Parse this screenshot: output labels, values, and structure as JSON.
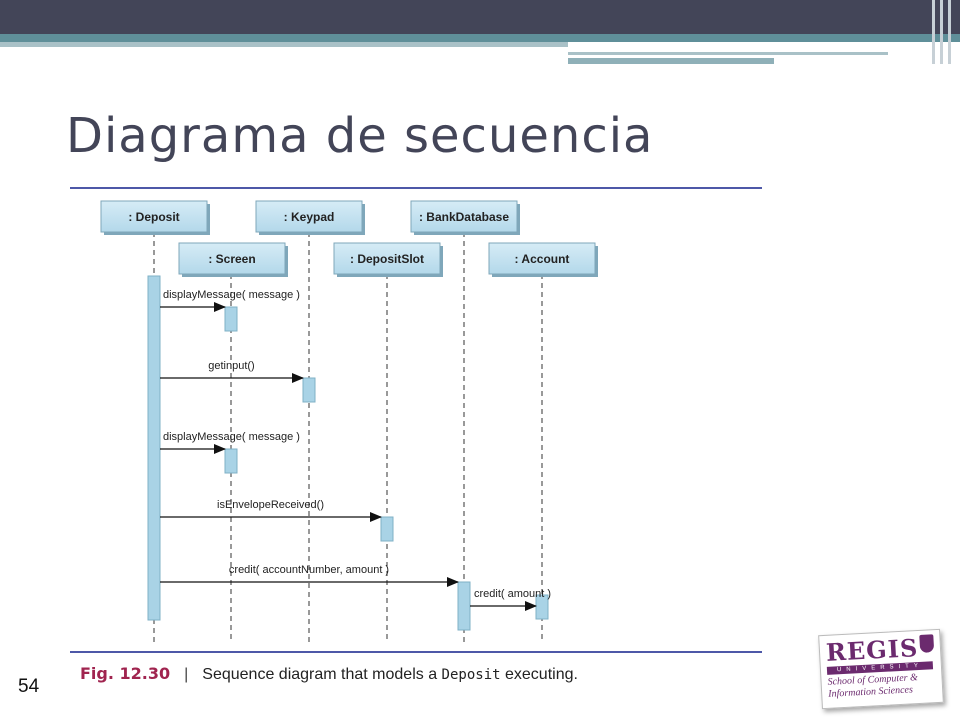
{
  "slide": {
    "title": "Diagrama de secuencia",
    "number": "54"
  },
  "diagram": {
    "lifelines": [
      {
        "id": "deposit",
        "label": ": Deposit"
      },
      {
        "id": "screen",
        "label": ": Screen"
      },
      {
        "id": "keypad",
        "label": ": Keypad"
      },
      {
        "id": "depositslot",
        "label": ": DepositSlot"
      },
      {
        "id": "bankdatabase",
        "label": ": BankDatabase"
      },
      {
        "id": "account",
        "label": ": Account"
      }
    ],
    "messages": [
      {
        "from": "deposit",
        "to": "screen",
        "label": "displayMessage( message )"
      },
      {
        "from": "deposit",
        "to": "keypad",
        "label": "getinput()"
      },
      {
        "from": "deposit",
        "to": "screen",
        "label": "displayMessage( message )"
      },
      {
        "from": "deposit",
        "to": "depositslot",
        "label": "isEnvelopeReceived()"
      },
      {
        "from": "deposit",
        "to": "bankdatabase",
        "label": "credit( accountNumber, amount )"
      },
      {
        "from": "bankdatabase",
        "to": "account",
        "label": "credit( amount )"
      }
    ]
  },
  "caption": {
    "fig": "Fig. 12.30",
    "separator": "|",
    "text_before": "Sequence diagram that models a ",
    "code": "Deposit",
    "text_after": " executing."
  },
  "logo": {
    "name": "REGIS",
    "subtitle": "UNIVERSITY",
    "school_line1": "School of Computer &",
    "school_line2": "Information Sciences"
  },
  "colors": {
    "title": "#434558",
    "rule": "#4e58a8",
    "box_fill": "#bfe0ee",
    "fig_label": "#a0244f"
  }
}
